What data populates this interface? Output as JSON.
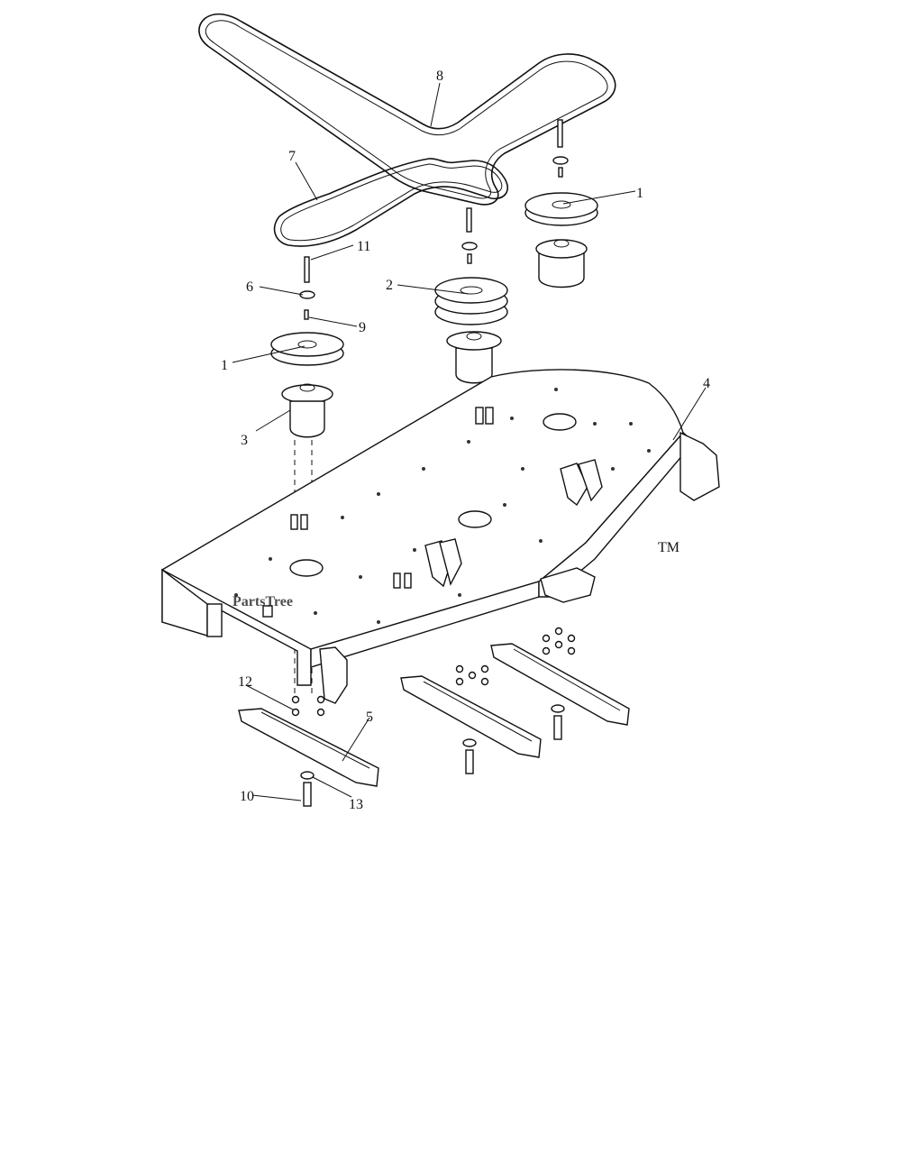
{
  "watermark": {
    "text": "PartsTree",
    "trademark": "TM"
  },
  "callouts": {
    "c1a": "1",
    "c1b": "1",
    "c2": "2",
    "c3": "3",
    "c4": "4",
    "c5": "5",
    "c6": "6",
    "c7": "7",
    "c8": "8",
    "c9": "9",
    "c10": "10",
    "c11": "11",
    "c12": "12",
    "c13": "13"
  }
}
